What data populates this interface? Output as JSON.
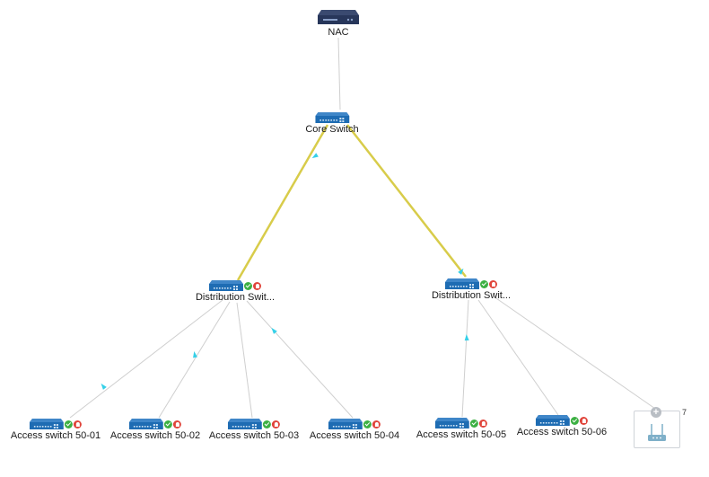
{
  "colors": {
    "device_blue": "#1e6cb3",
    "nac_navy": "#27365a",
    "uplink": "#d8cc4a",
    "link": "#cfcfcf",
    "traffic_arrow": "#35d0e8",
    "status_ok": "#3cb043",
    "status_alert": "#e0443a"
  },
  "nodes": {
    "nac": {
      "label": "NAC",
      "icon": "firewall-appliance-icon"
    },
    "core": {
      "label": "Core Switch",
      "icon": "switch-icon"
    },
    "dist1": {
      "label": "Distribution Swit...",
      "icon": "switch-icon",
      "status": [
        "ok-icon",
        "alert-icon"
      ]
    },
    "dist2": {
      "label": "Distribution Swit...",
      "icon": "switch-icon",
      "status": [
        "ok-icon",
        "alert-icon"
      ]
    },
    "acc01": {
      "label": "Access switch 50-01",
      "icon": "switch-icon"
    },
    "acc02": {
      "label": "Access switch 50-02",
      "icon": "switch-icon"
    },
    "acc03": {
      "label": "Access switch 50-03",
      "icon": "switch-icon"
    },
    "acc04": {
      "label": "Access switch 50-04",
      "icon": "switch-icon"
    },
    "acc05": {
      "label": "Access switch 50-05",
      "icon": "switch-icon"
    },
    "acc06": {
      "label": "Access switch 50-06",
      "icon": "switch-icon"
    }
  },
  "group": {
    "count": "7",
    "icon": "wireless-ap-icon",
    "expand_icon": "plus-icon"
  }
}
